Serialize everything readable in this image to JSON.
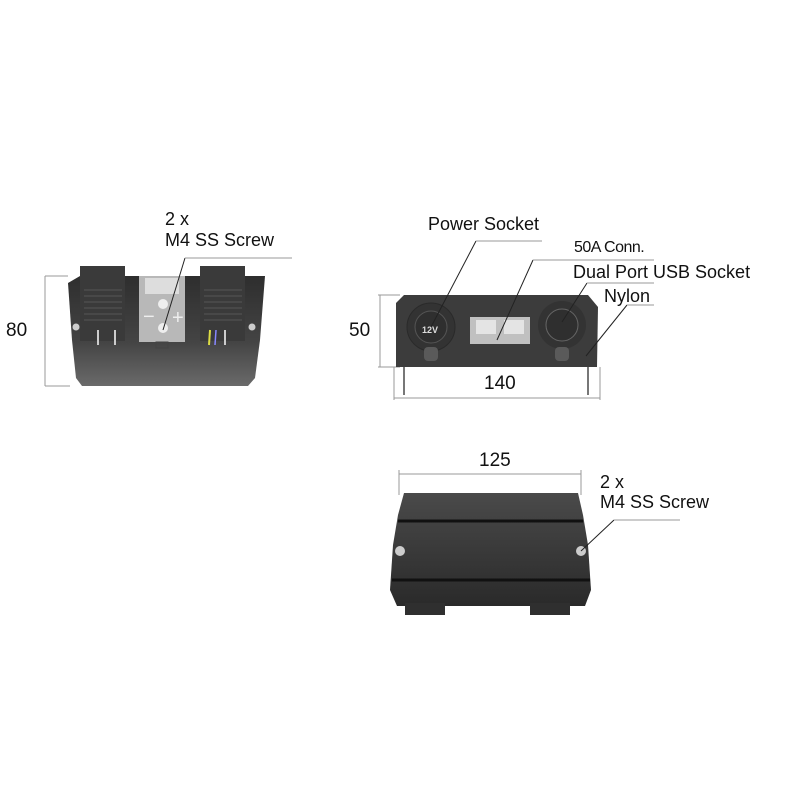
{
  "views": {
    "end_view": {
      "height_dim": "80",
      "callout_line1": "2 x",
      "callout_line2": "M4 SS Screw",
      "terminal_minus": "−",
      "terminal_plus": "+"
    },
    "front_view": {
      "height_dim": "50",
      "width_dim": "140",
      "callouts": [
        "Power Socket",
        "50A Conn.",
        "Dual Port USB Socket",
        "Nylon"
      ],
      "socket_label": "12V"
    },
    "side_view": {
      "width_dim": "125",
      "callout_line1": "2 x",
      "callout_line2": "M4 SS Screw"
    }
  },
  "colors": {
    "body_dark": "#3a3a3a",
    "body_mid": "#555555",
    "connector_grey": "#b8b8b8",
    "dim_line": "#999999"
  }
}
